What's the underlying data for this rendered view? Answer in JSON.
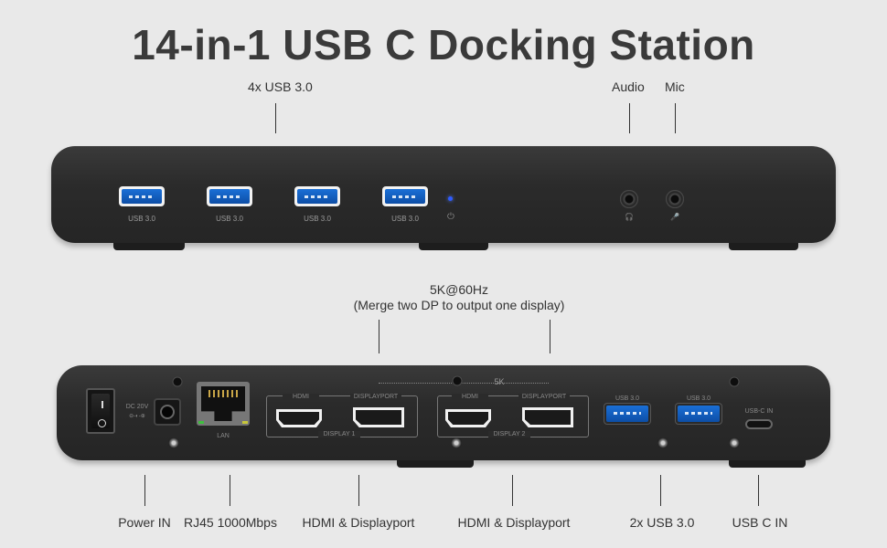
{
  "title": "14-in-1 USB C Docking Station",
  "top_callouts": {
    "usb": "4x USB 3.0",
    "audio": "Audio",
    "mic": "Mic"
  },
  "front_ports": {
    "usb_labels": [
      "USB 3.0",
      "USB 3.0",
      "USB 3.0",
      "USB 3.0"
    ],
    "power_glyph": "⏻",
    "audio_glyph": "🎧",
    "mic_glyph": "🎤"
  },
  "middle_callout": {
    "line1": "5K@60Hz",
    "line2": "(Merge two DP to output one display)"
  },
  "rear_ports": {
    "dc_label": "DC 20V",
    "dc_symbol": "⊖-◐-⊕",
    "lan": "LAN",
    "hdmi": "HDMI",
    "displayport": "DISPLAYPORT",
    "display1": "DISPLAY 1",
    "display2": "DISPLAY 2",
    "merge_label": "5K",
    "usb_labels": [
      "USB 3.0",
      "USB 3.0"
    ],
    "usbc_label": "USB-C IN"
  },
  "bottom_callouts": {
    "power": "Power IN",
    "rj45": "RJ45 1000Mbps",
    "hdmi_dp_1": "HDMI & Displayport",
    "hdmi_dp_2": "HDMI & Displayport",
    "usb": "2x USB 3.0",
    "usbc": "USB C IN"
  }
}
